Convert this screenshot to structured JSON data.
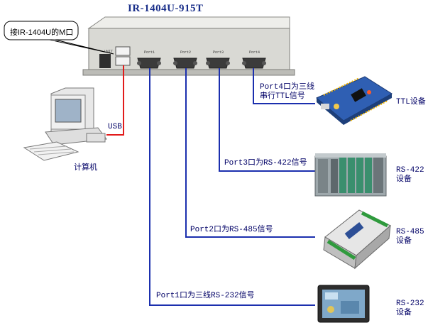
{
  "title": "IR-1404U-915T",
  "callout": "接IR-1404U的M口",
  "usb_label": "USB",
  "computer_label": "计算机",
  "device_small_labels": {
    "unit": "UNIT",
    "ports": [
      "Port1",
      "Port2",
      "Port3",
      "Port4"
    ]
  },
  "connections": [
    {
      "port_text": "Port4口为三线",
      "port_text2": "串行TTL信号",
      "device_line1": "TTL设备",
      "device_line2": ""
    },
    {
      "port_text": "Port3口为RS-422信号",
      "device_line1": "RS-422",
      "device_line2": "设备"
    },
    {
      "port_text": "Port2口为RS-485信号",
      "device_line1": "RS-485",
      "device_line2": "设备"
    },
    {
      "port_text": "Port1口为三线RS-232信号",
      "device_line1": "RS-232",
      "device_line2": "设备"
    }
  ],
  "colors": {
    "wire": "#1b2fae",
    "usb_wire": "#e21b1b",
    "title": "#1a2f8a",
    "box": "#d9d9d4"
  },
  "icons": {
    "computer": "computer-icon",
    "ttl": "ttl-board-icon",
    "rs422": "plc-rack-icon",
    "rs485": "rs485-module-icon",
    "rs232": "hmi-panel-icon"
  }
}
